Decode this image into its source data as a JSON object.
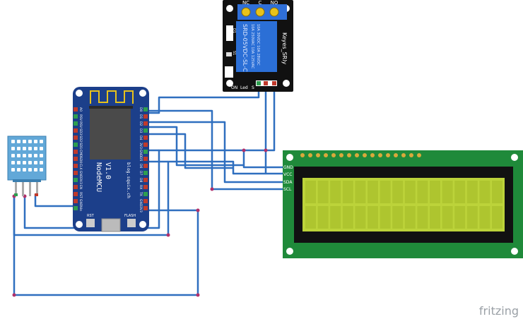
{
  "relay": {
    "terminals": [
      "NC",
      "C",
      "NO"
    ],
    "model_text": "SRD-05VDC-SL-C",
    "rating_lines": [
      "10A 250VAC  10A 125VAC",
      "10A 30VDC   10A 28VDC"
    ],
    "brand_text": "Keyes_SRly",
    "led_label": "ON",
    "led_label2": "Led",
    "signal_label": "S",
    "side_labels": [
      "D1",
      "S1"
    ]
  },
  "nodemcu": {
    "title_line1": "NodeMCU",
    "title_line2": "V1.0",
    "site_text": "blog.squix.ch",
    "rst_label": "RST",
    "flash_label": "FLASH",
    "left_pins": [
      "A0",
      "RSV",
      "RSV",
      "SD3",
      "SD2",
      "SD1",
      "CMD",
      "SD0",
      "CLK",
      "GND",
      "3V3",
      "EN",
      "RST",
      "GND",
      "Vin"
    ],
    "right_pins": [
      "D0",
      "D1",
      "D2",
      "D3",
      "D4",
      "3V3",
      "GND",
      "D5",
      "D6",
      "D7",
      "D8",
      "RX",
      "TX",
      "GND",
      "3V3"
    ]
  },
  "lcd": {
    "pin_labels": [
      "GND",
      "VCC",
      "SDA",
      "SCL"
    ]
  },
  "watermark": "fritzing",
  "colors": {
    "wire_blue": "#2f6fbf",
    "pcb_blue": "#1c3f8a",
    "relay_blue": "#2b6fd6",
    "lcd_green": "#bcd33a",
    "lcd_board": "#1f8a3a",
    "dht_blue": "#62a8d8",
    "wire_red": "#c0392b",
    "wire_green": "#2e9e4f"
  }
}
